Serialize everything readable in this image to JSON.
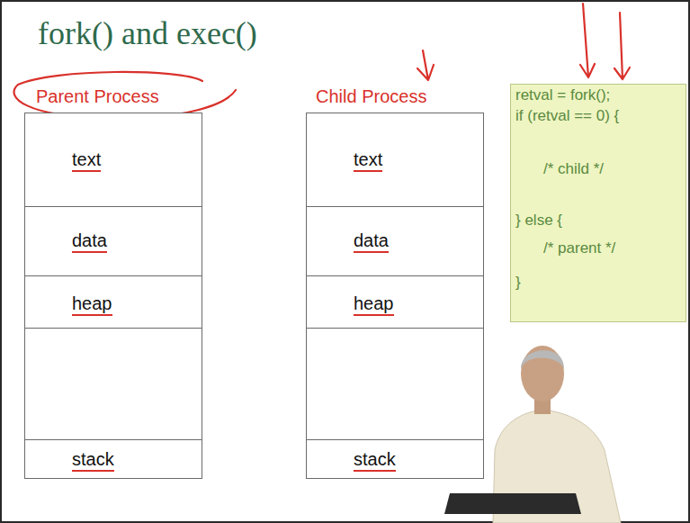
{
  "diagram": {
    "title": "fork() and exec()",
    "nodes": [
      {
        "text": [
          "Parent Process"
        ]
      },
      {
        "text": [
          "text"
        ],
        "in": 0
      },
      {
        "text": [
          "data"
        ],
        "in": 0
      },
      {
        "text": [
          "heap"
        ],
        "in": 0
      },
      {
        "text": [
          "stack"
        ],
        "in": 0
      },
      {
        "text": [
          "Child Process"
        ]
      },
      {
        "text": [
          "text"
        ],
        "in": 5
      },
      {
        "text": [
          "data"
        ],
        "in": 5
      },
      {
        "text": [
          "heap"
        ],
        "in": 5
      },
      {
        "text": [
          "stack"
        ],
        "in": 5
      },
      {
        "text": [
          "retval = fork();",
          "if (retval == 0) {",
          "/* child */",
          "} else {",
          "/* parent */",
          "}"
        ]
      }
    ]
  }
}
